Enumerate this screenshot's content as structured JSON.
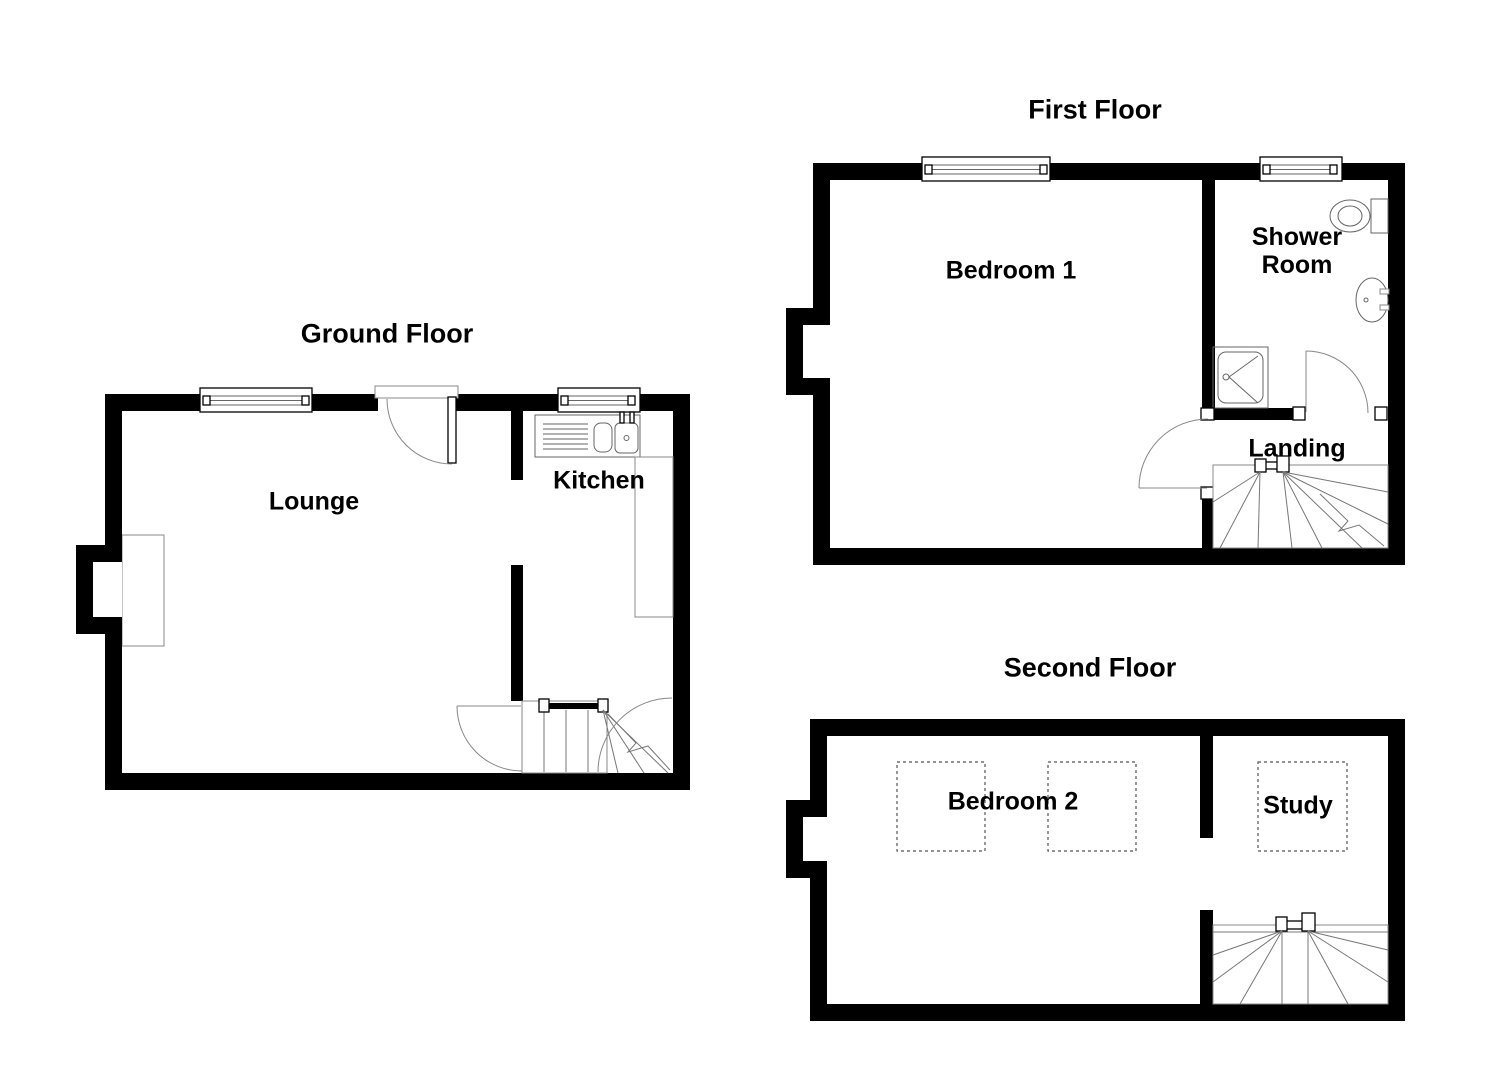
{
  "document": {
    "type": "floorplan",
    "background": "#ffffff"
  },
  "colors": {
    "wall": "#000000",
    "fixture_line": "#777777",
    "text": "#000000"
  },
  "floors": [
    {
      "title": "Ground Floor",
      "rooms": [
        "Lounge",
        "Kitchen"
      ],
      "features": [
        "window",
        "window",
        "entrance-door",
        "lounge-door",
        "rear-door",
        "kitchen-sink",
        "kitchen-counter",
        "staircase",
        "chimney-bay"
      ]
    },
    {
      "title": "First Floor",
      "rooms": [
        "Bedroom 1",
        "Shower Room",
        "Landing"
      ],
      "features": [
        "window",
        "window",
        "bedroom-door",
        "shower-room-door",
        "toilet",
        "wash-basin",
        "shower-tray",
        "staircase"
      ]
    },
    {
      "title": "Second Floor",
      "rooms": [
        "Bedroom 2",
        "Study"
      ],
      "features": [
        "restricted-height-zone",
        "restricted-height-zone",
        "restricted-height-zone",
        "staircase"
      ]
    }
  ]
}
